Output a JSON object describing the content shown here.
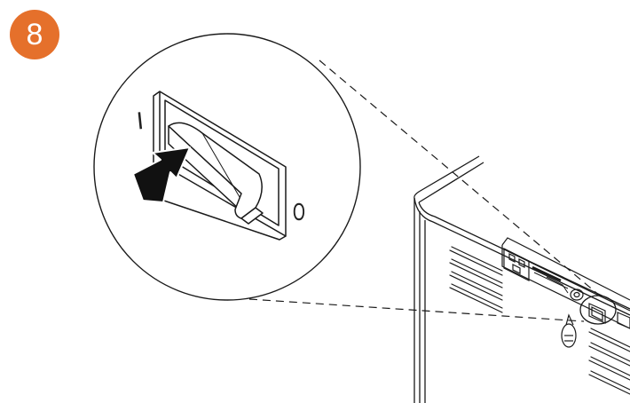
{
  "step": {
    "number": "8",
    "badge_color": "#e5702b"
  },
  "switch": {
    "on_mark": "I",
    "off_mark": "O"
  },
  "icons": {
    "press_arrow": "arrow-press-icon",
    "rocker_switch": "rocker-switch-icon",
    "magnifier": "zoom-callout-circle"
  },
  "colors": {
    "line": "#1a1a1a",
    "arrow": "#111111",
    "background": "#ffffff"
  }
}
